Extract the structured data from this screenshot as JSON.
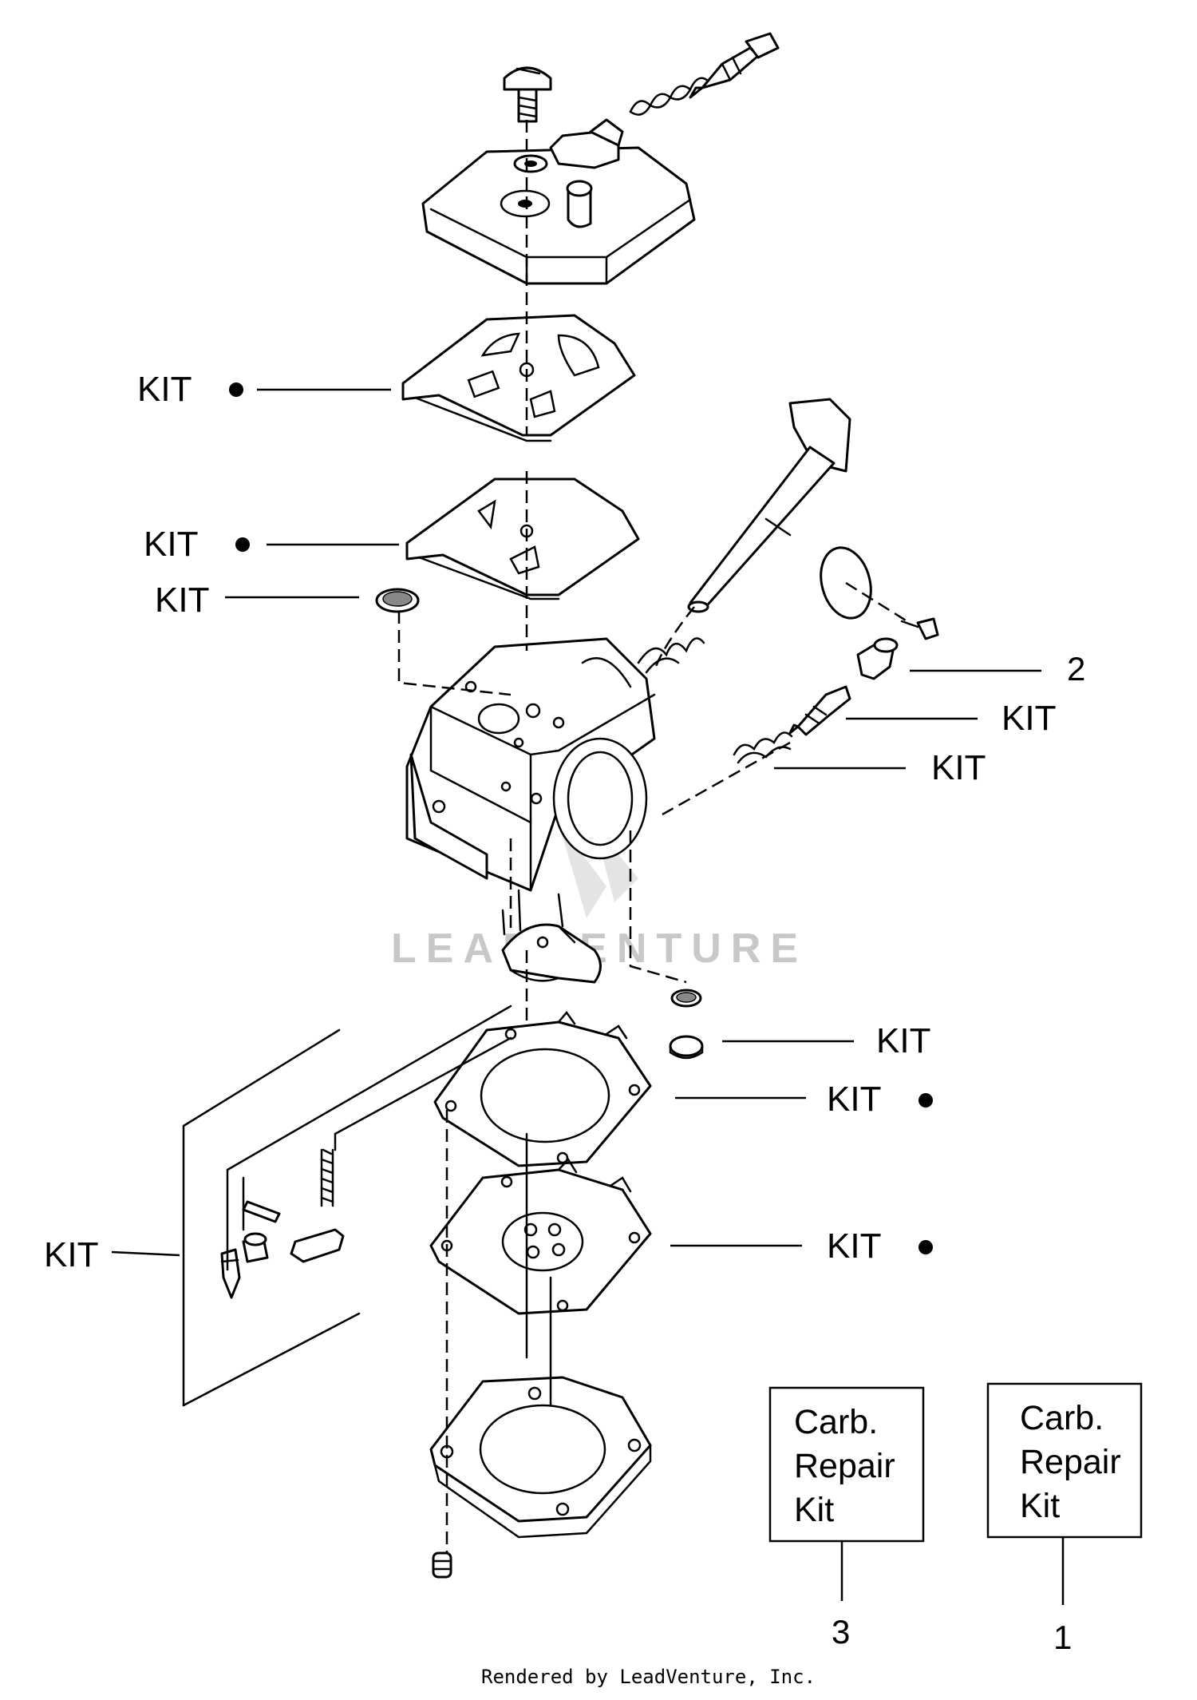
{
  "diagram": {
    "callouts": [
      {
        "id": "kit-pump-gasket",
        "text": "KIT",
        "bullet": true
      },
      {
        "id": "kit-pump-diaphragm",
        "text": "KIT",
        "bullet": true
      },
      {
        "id": "kit-inlet-screen",
        "text": "KIT",
        "bullet": false
      },
      {
        "id": "part-2",
        "text": "2",
        "bullet": false
      },
      {
        "id": "kit-low-needle",
        "text": "KIT",
        "bullet": false
      },
      {
        "id": "kit-needle-spring",
        "text": "KIT",
        "bullet": false
      },
      {
        "id": "kit-welch-plug",
        "text": "KIT",
        "bullet": false
      },
      {
        "id": "kit-metering-gasket",
        "text": "KIT",
        "bullet": true
      },
      {
        "id": "kit-metering-diaphragm",
        "text": "KIT",
        "bullet": true
      },
      {
        "id": "kit-inlet-needle-group",
        "text": "KIT",
        "bullet": false
      }
    ],
    "kit_boxes": [
      {
        "lines": [
          "Carb.",
          "Repair",
          "Kit"
        ],
        "ref": "3"
      },
      {
        "lines": [
          "Carb.",
          "Repair",
          "Kit"
        ],
        "ref": "1"
      }
    ],
    "watermark": "LEADVENTURE",
    "footer": "Rendered by LeadVenture, Inc."
  }
}
